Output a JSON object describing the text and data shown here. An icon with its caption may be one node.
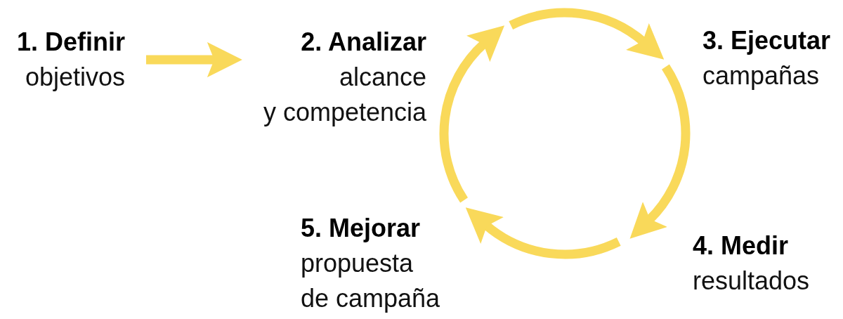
{
  "diagram": {
    "nodes": [
      {
        "text": [
          "1. Definir",
          "objetivos"
        ]
      },
      {
        "text": [
          "2. Analizar",
          "alcance y competencia"
        ]
      },
      {
        "text": [
          "3. Ejecutar",
          "campañas"
        ]
      },
      {
        "text": [
          "4. Medir",
          "resultados"
        ]
      },
      {
        "text": [
          "5. Mejorar",
          "propuesta de campaña"
        ]
      }
    ],
    "edges": [
      {
        "from": 0,
        "to": 1,
        "arrow": "to"
      },
      {
        "from": null,
        "to": 2,
        "arrow": "to"
      },
      {
        "from": 2,
        "to": 3,
        "arrow": "to"
      },
      {
        "from": null,
        "to": 4,
        "arrow": "to"
      },
      {
        "from": 4,
        "to": 1,
        "arrow": "to"
      }
    ]
  }
}
